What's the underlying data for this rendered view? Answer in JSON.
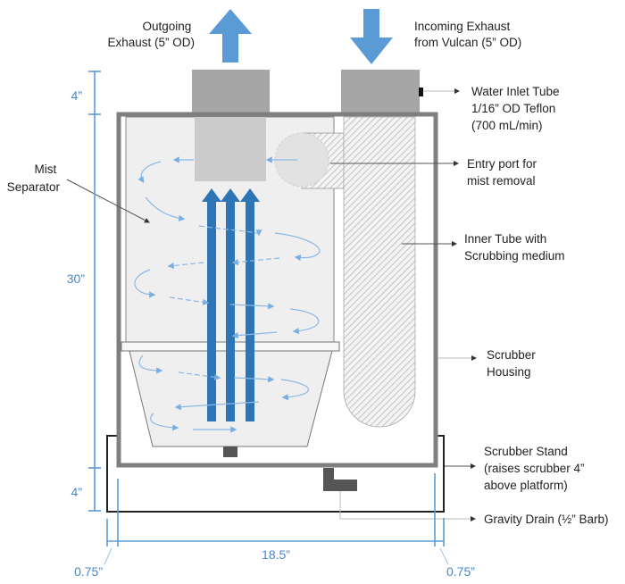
{
  "diagram": {
    "labels": {
      "outgoing_exhaust": [
        "Outgoing",
        "Exhaust (5” OD)"
      ],
      "incoming_exhaust": [
        "Incoming Exhaust",
        "from Vulcan (5” OD)"
      ],
      "water_inlet": [
        "Water Inlet Tube",
        "1/16” OD Teflon",
        "(700 mL/min)"
      ],
      "entry_port": [
        "Entry port for",
        "mist removal"
      ],
      "mist_separator": [
        "Mist",
        "Separator"
      ],
      "inner_tube": [
        "Inner Tube with",
        "Scrubbing medium"
      ],
      "scrubber_housing": [
        "Scrubber",
        "Housing"
      ],
      "scrubber_stand": [
        "Scrubber Stand",
        "(raises scrubber 4”",
        "above platform)"
      ],
      "gravity_drain": [
        "Gravity Drain (½” Barb)"
      ]
    },
    "dimensions": {
      "top_height": "4”",
      "housing_height": "30”",
      "stand_height": "4”",
      "width": "18.5”",
      "left_margin": "0.75”",
      "right_margin": "0.75”"
    },
    "colors": {
      "flow_arrow": "#5b9bd5",
      "inner_flow": "#2e75b6",
      "dimension": "#5b9bd5",
      "housing": "#7f7f7f",
      "pipe": "#a6a6a6"
    }
  }
}
